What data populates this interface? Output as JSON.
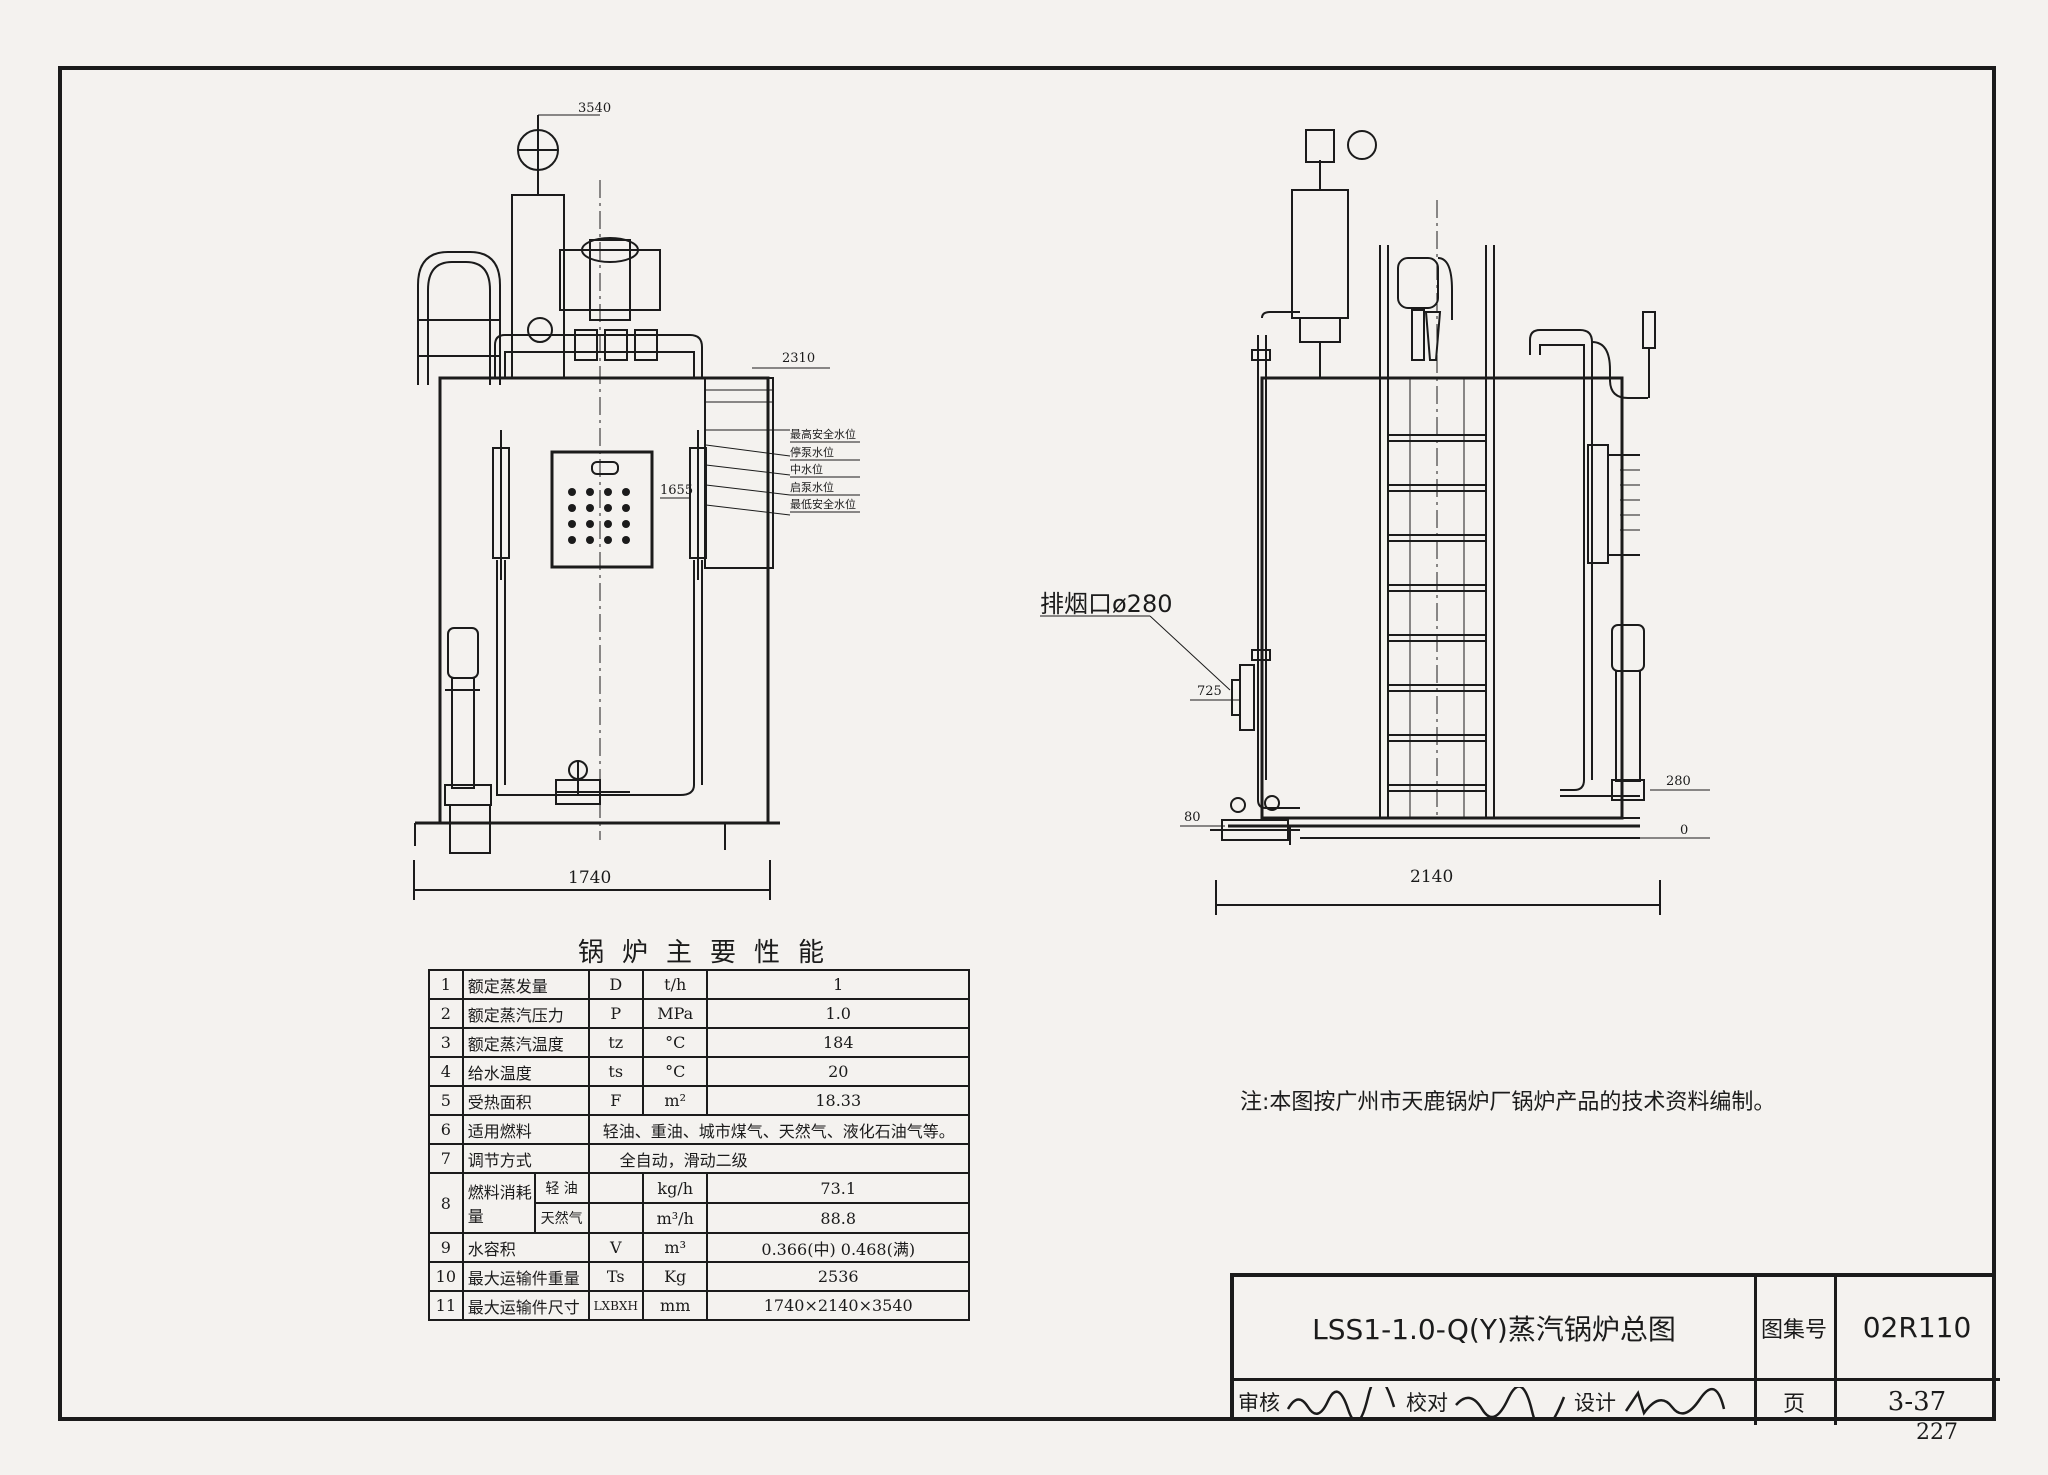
{
  "front_view": {
    "dim_top": "3540",
    "dim_2310": "2310",
    "dim_1655": "1655",
    "dim_width": "1740",
    "levels": [
      "最高安全水位",
      "停泵水位",
      "中水位",
      "启泵水位",
      "最低安全水位"
    ]
  },
  "side_view": {
    "exhaust_label": "排烟口ø280",
    "dim_725": "725",
    "dim_280": "280",
    "dim_80": "80",
    "dim_0": "0",
    "dim_width": "2140"
  },
  "performance": {
    "title": "锅炉主要性能",
    "rows": [
      {
        "no": "1",
        "name": "额定蒸发量",
        "sym": "D",
        "unit": "t/h",
        "value": "1"
      },
      {
        "no": "2",
        "name": "额定蒸汽压力",
        "sym": "P",
        "unit": "MPa",
        "value": "1.0"
      },
      {
        "no": "3",
        "name": "额定蒸汽温度",
        "sym": "tz",
        "unit": "°C",
        "value": "184"
      },
      {
        "no": "4",
        "name": "给水温度",
        "sym": "ts",
        "unit": "°C",
        "value": "20"
      },
      {
        "no": "5",
        "name": "受热面积",
        "sym": "F",
        "unit": "m²",
        "value": "18.33"
      },
      {
        "no": "6",
        "name": "适用燃料",
        "value": "轻油、重油、城市煤气、天然气、液化石油气等。"
      },
      {
        "no": "7",
        "name": "调节方式",
        "value": "全自动，滑动二级"
      },
      {
        "no": "8",
        "name": "燃料消耗量",
        "sub1": "轻 油",
        "unit1": "kg/h",
        "value1": "73.1",
        "sub2": "天然气",
        "unit2": "m³/h",
        "value2": "88.8"
      },
      {
        "no": "9",
        "name": "水容积",
        "sym": "V",
        "unit": "m³",
        "value": "0.366(中) 0.468(满)"
      },
      {
        "no": "10",
        "name": "最大运输件重量",
        "sym": "Ts",
        "unit": "Kg",
        "value": "2536"
      },
      {
        "no": "11",
        "name": "最大运输件尺寸",
        "sym": "LXBXH",
        "unit": "mm",
        "value": "1740×2140×3540"
      }
    ]
  },
  "note": "注:本图按广州市天鹿锅炉厂锅炉产品的技术资料编制。",
  "title_block": {
    "title": "LSS1-1.0-Q(Y)蒸汽锅炉总图",
    "atlas_label": "图集号",
    "atlas_no": "02R110",
    "review": "审核",
    "check": "校对",
    "design": "设计",
    "page_label": "页",
    "page_no": "3-37"
  },
  "page_number": "227"
}
